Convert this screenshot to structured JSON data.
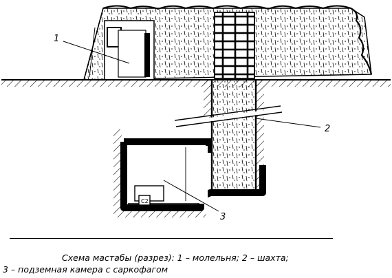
{
  "figure": {
    "labels": {
      "prayer_room": "1",
      "shaft": "2",
      "burial_chamber": "3",
      "sarcophagus_mark": "C2"
    },
    "caption_line1": "Схема мастабы (разрез): 1 – молельня; 2 – шахта;",
    "caption_line2": "3 – подземная камера с саркофагом"
  }
}
